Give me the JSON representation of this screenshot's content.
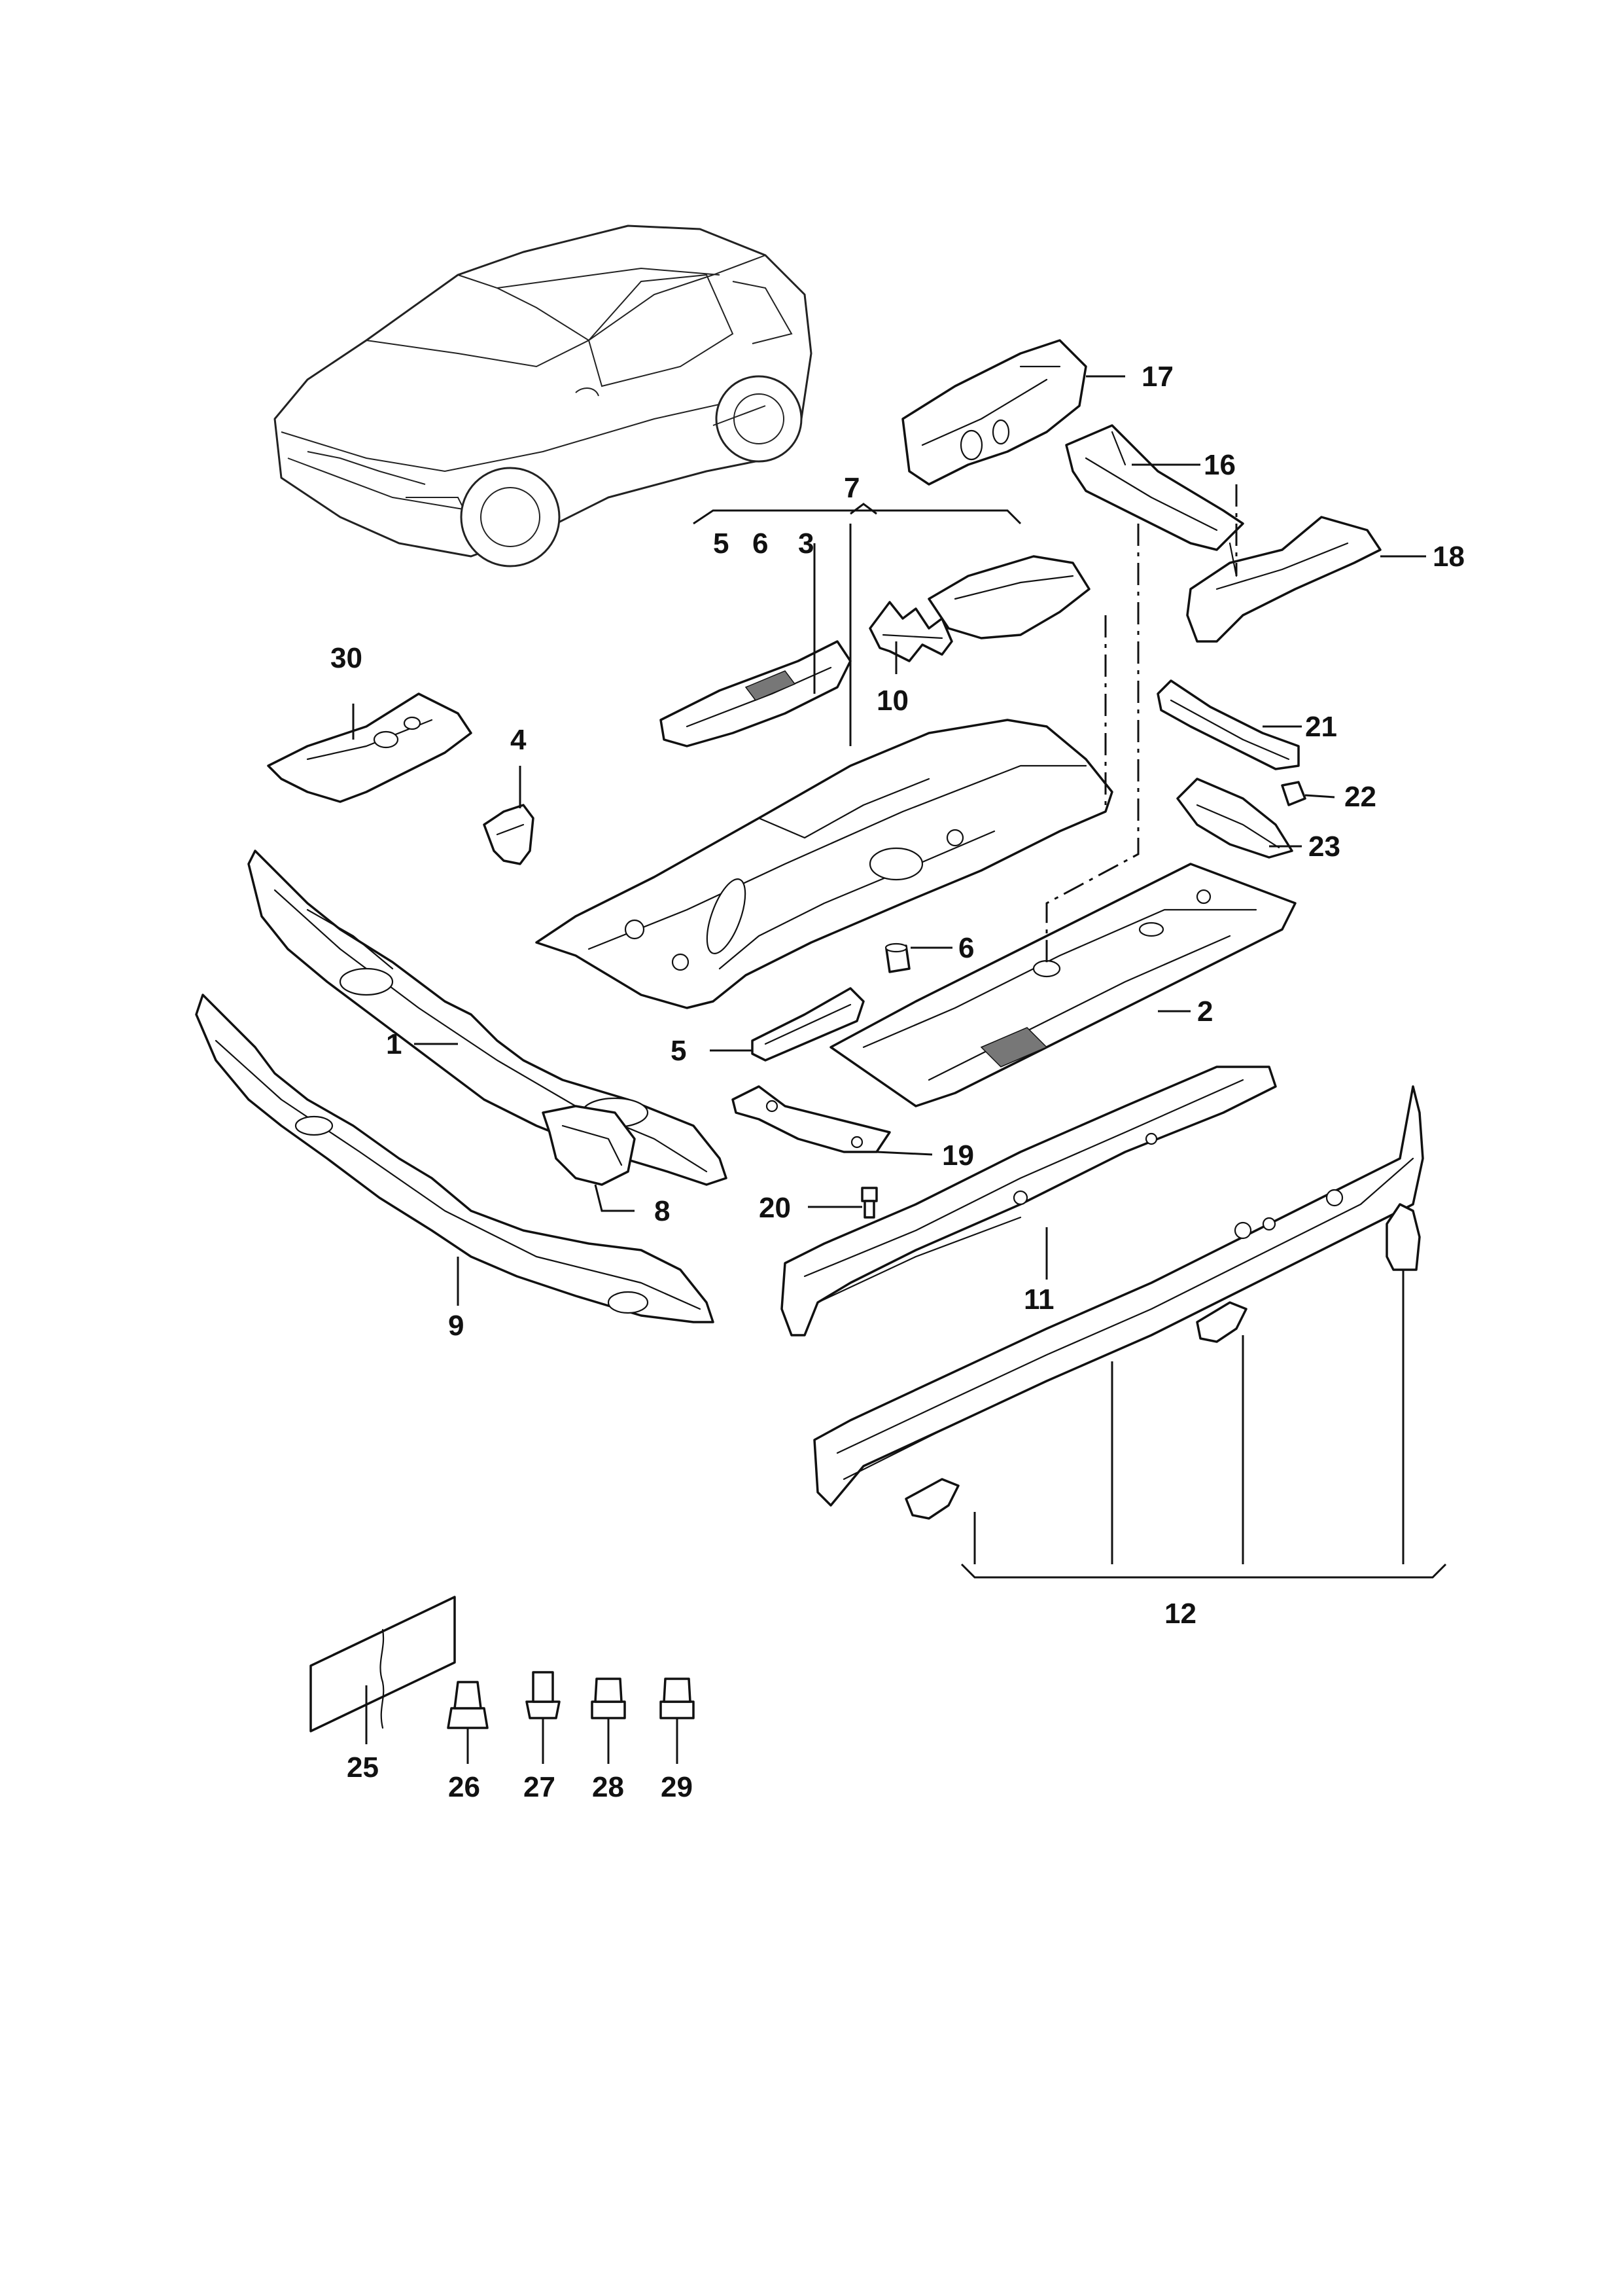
{
  "callouts": {
    "c1": "1",
    "c2": "2",
    "c3": "3",
    "c4": "4",
    "c5a": "5",
    "c5b": "5",
    "c6a": "6",
    "c6b": "6",
    "c7": "7",
    "c8": "8",
    "c9": "9",
    "c10": "10",
    "c11": "11",
    "c12": "12",
    "c16": "16",
    "c17": "17",
    "c18": "18",
    "c19": "19",
    "c20": "20",
    "c21": "21",
    "c22": "22",
    "c23": "23",
    "c25": "25",
    "c26": "26",
    "c27": "27",
    "c28": "28",
    "c29": "29",
    "c30": "30"
  },
  "colors": {
    "line": "#111111",
    "background": "#ffffff"
  }
}
